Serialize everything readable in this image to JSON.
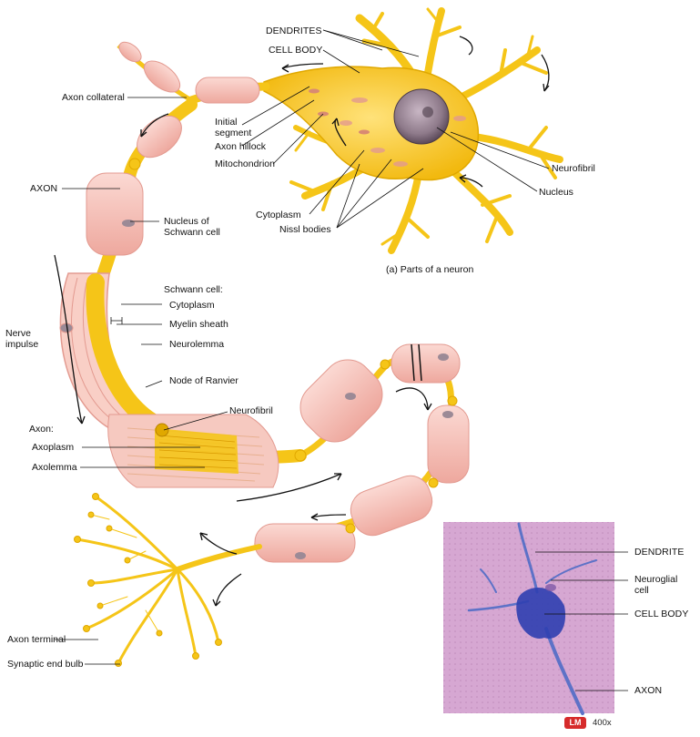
{
  "colors": {
    "axon": "#f5c518",
    "axon_dark": "#e0a800",
    "schwann": "#f6c4bc",
    "schwann_edge": "#e39a90",
    "nucleus": "#8e7a8a",
    "micrograph_bg": "#d9a9d4",
    "stain": "#3a4fb8",
    "lm_badge": "#d62b2b",
    "arrow": "#111111"
  },
  "labels": {
    "dendrites": "DENDRITES",
    "cell_body": "CELL BODY",
    "axon_collateral": "Axon collateral",
    "initial_segment": "Initial\nsegment",
    "axon_hillock": "Axon hillock",
    "mitochondrion": "Mitochondrion",
    "neurofibril_top": "Neurofibril",
    "nucleus": "Nucleus",
    "cytoplasm": "Cytoplasm",
    "nissl_bodies": "Nissl bodies",
    "caption": "(a) Parts of a neuron",
    "axon": "AXON",
    "nucleus_schwann": "Nucleus of\nSchwann cell",
    "schwann_cell": "Schwann cell:",
    "schwann_cytoplasm": "Cytoplasm",
    "myelin_sheath": "Myelin sheath",
    "neurolemma": "Neurolemma",
    "nerve_impulse": "Nerve\nimpulse",
    "node_of_ranvier": "Node of Ranvier",
    "neurofibril_mid": "Neurofibril",
    "axon_group": "Axon:",
    "axoplasm": "Axoplasm",
    "axolemma": "Axolemma",
    "axon_terminal": "Axon terminal",
    "synaptic_end_bulb": "Synaptic end bulb",
    "lm_dendrite": "DENDRITE",
    "neuroglial_cell": "Neuroglial\ncell",
    "lm_cell_body": "CELL BODY",
    "lm_axon": "AXON",
    "lm_badge": "LM",
    "magnification": "400x"
  }
}
